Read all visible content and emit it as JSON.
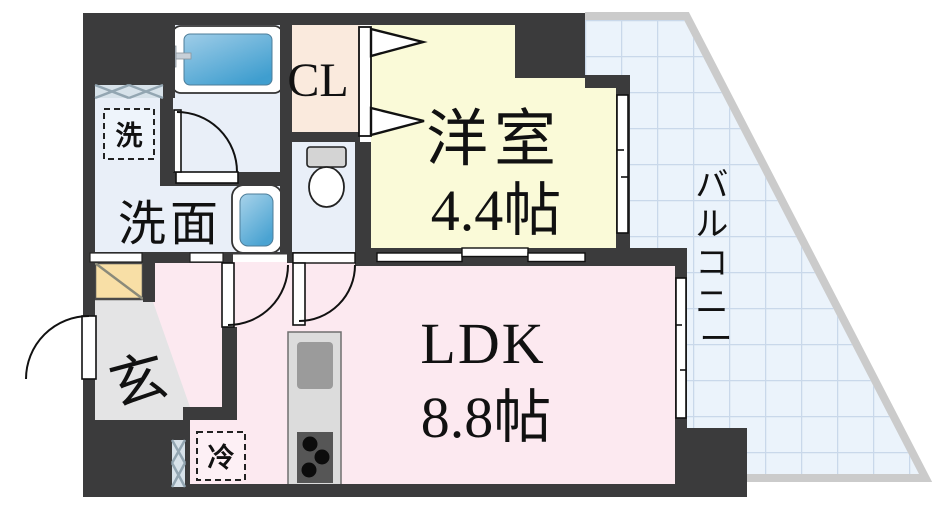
{
  "plan": {
    "type": "apartment-floor-plan",
    "rooms": {
      "western_room": {
        "name": "洋室",
        "size": "4.4帖"
      },
      "ldk": {
        "name": "LDK",
        "size": "8.8帖"
      },
      "washroom": {
        "name": "洗面"
      },
      "entrance": {
        "name": "玄"
      },
      "closet": {
        "name": "CL"
      },
      "balcony": {
        "name": "バルコニー",
        "chars": [
          "バ",
          "ル",
          "コ",
          "ニ",
          "ー"
        ]
      }
    },
    "fixtures": {
      "washer": {
        "label": "洗"
      },
      "fridge": {
        "label": "冷"
      }
    }
  },
  "colors": {
    "wall": "#3b3b3c",
    "western_room": "#fafad8",
    "ldk": "#fce9f0",
    "wet_room": "#e9eff8",
    "closet": "#faeadd",
    "entrance": "#e4e4e5",
    "shoe_cabinet": "#f8dfa6",
    "balcony_fill": "#ebf3fb",
    "balcony_grid": "#c9d8ea",
    "balcony_border": "#cbcbcb",
    "counter": "#dcdcdc",
    "counter_sink": "#9b9b9b",
    "stove": "#565656",
    "water_blue": "#55aad6",
    "hatch_fill": "#d7e2ea",
    "hatch_line": "#93a6b2",
    "text": "#111111"
  }
}
